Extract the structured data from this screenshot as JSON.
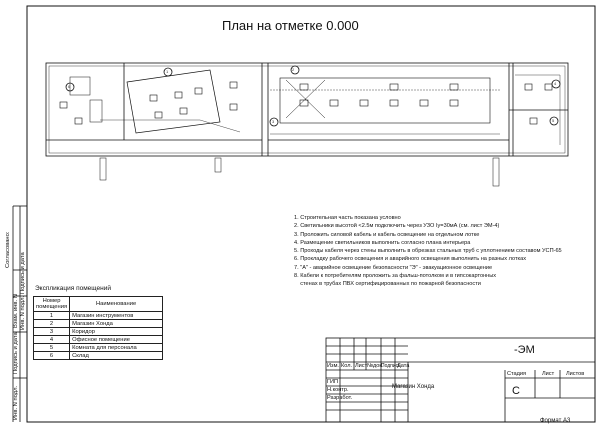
{
  "title": "План на отметке 0.000",
  "notes": [
    "1. Строительная часть показана условно",
    "2. Светильники высотой <2.5м подключить через УЗО Iу=30мА (см. лист ЭМ-4)",
    "3. Проложить силовой кабель и кабель освещение на отдельном лотке",
    "4. Размещение светильников выполнить согласно плана интерьера",
    "5. Проходы кабеля через стены выполнить в обрезках стальных труб с уплотнением составом УСП-65",
    "6. Прокладку рабочего освещения и аварийного освещения  выполнить на разных лотках",
    "7. \"А\" - аварийное освещение безопасности    \"Э\" - эвакуационное освещение",
    "8. Кабели к потребителям проложить за фальш-потолком и в гипсокартонных",
    "    стенах в трубах ПВХ сертифицированных по пожарной безопасности"
  ],
  "explication": {
    "title": "Экспликация помещений",
    "col_number": "Номер помещения",
    "col_name": "Наименование",
    "rows": [
      {
        "n": "1",
        "name": "Магазин инструментов"
      },
      {
        "n": "2",
        "name": "Магазин Хонда"
      },
      {
        "n": "3",
        "name": "Коридор"
      },
      {
        "n": "4",
        "name": "Офисное помещение"
      },
      {
        "n": "5",
        "name": "Комната для персонала"
      },
      {
        "n": "6",
        "name": "Склад"
      }
    ]
  },
  "side_labels": {
    "agreed": "Согласовано:",
    "inv_podl": "Инв. N подл.",
    "sign_date": "Подпись и дата",
    "vzam_inv": "Взам. инв. N",
    "sign_date2": "Подпись и дата",
    "inv_podl2": "Инв. N подл."
  },
  "stamp": {
    "code": "-ЭМ",
    "headers": [
      "Изм.",
      "Кол.",
      "Лист",
      "№док.",
      "Подпись",
      "Дата"
    ],
    "roles": [
      "ГИП",
      "Н.контр.",
      "Разработ."
    ],
    "object": "Магазин Хонда",
    "stage_label": "Стадия",
    "sheet_label": "Лист",
    "sheets_label": "Листов",
    "stage_value": "С",
    "format": "Формат А3"
  },
  "rooms": [
    "1",
    "2",
    "3",
    "4",
    "5",
    "6"
  ]
}
